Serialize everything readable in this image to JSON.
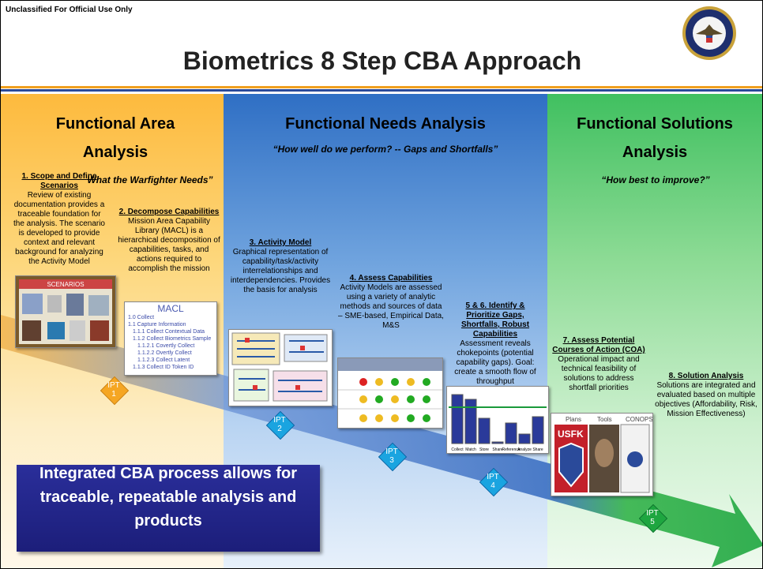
{
  "classification": "Unclassified For Official Use Only",
  "title": "Biometrics 8 Step CBA Approach",
  "phases": {
    "fa": {
      "title": "Functional Area Analysis",
      "quote": "What the Warfighter Needs”"
    },
    "fn": {
      "title": "Functional Needs Analysis",
      "quote": "“How well do we perform? -- Gaps and Shortfalls”"
    },
    "fs": {
      "title": "Functional Solutions Analysis",
      "quote": "“How best to improve?”"
    }
  },
  "steps": {
    "s1": {
      "head": "1. Scope and Define Scenarios",
      "body": "Review of existing documentation provides a traceable foundation for the analysis.  The scenario is developed to provide context and relevant background for analyzing the Activity Model"
    },
    "s2": {
      "head": "2. Decompose Capabilities",
      "body": "Mission Area Capability Library (MACL) is a hierarchical decomposition of capabilities, tasks, and actions required to accomplish the mission"
    },
    "s3": {
      "head": "3. Activity Model",
      "body": "Graphical representation of capability/task/activity interrelationships and interdependencies. Provides the basis for analysis"
    },
    "s4": {
      "head": "4. Assess Capabilities",
      "body": "Activity Models are assessed using a variety of analytic methods and sources of data – SME-based, Empirical Data, M&S"
    },
    "s56": {
      "head": "5 & 6. Identify & Prioritize Gaps, Shortfalls, Robust Capabilities",
      "body": "Assessment reveals chokepoints (potential capability gaps).  Goal: create a smooth flow of throughput"
    },
    "s7": {
      "head": "7. Assess Potential Courses of Action (COA)",
      "body": "Operational impact and technical feasibility of solutions to address shortfall priorities"
    },
    "s8": {
      "head": "8. Solution Analysis",
      "body": "Solutions are integrated and evaluated based on multiple objectives (Affordability, Risk, Mission Effectiveness)"
    }
  },
  "ipt": {
    "p1": "IPT",
    "n1": "1",
    "p2": "IPT",
    "n2": "2",
    "p3": "IPT",
    "n3": "3",
    "p4": "IPT",
    "n4": "4",
    "p5": "IPT",
    "n5": "5"
  },
  "macl": {
    "title": "MACL",
    "lines": [
      "1.0 Collect",
      "1.1 Capture Information",
      "1.1.1 Collect Contextual Data",
      "1.1.2 Collect Biometrics Sample",
      "1.1.2.1 Covertly Collect",
      "1.1.2.2 Overtly Collect",
      "1.1.2.3 Collect Latent",
      "1.1.3 Collect ID Token ID"
    ]
  },
  "scenario_label": "SCENARIOS",
  "throughput_labels": [
    "Collect",
    "Match",
    "Store",
    "Share",
    "Reference",
    "Analyze",
    "Share"
  ],
  "coa_labels": {
    "a": "Plans",
    "b": "Tools",
    "c": "CONOPS",
    "d": "USFK"
  },
  "banner": "Integrated CBA process allows for traceable, repeatable analysis and products",
  "colors": {
    "ipt_fill": "#1aa4e0",
    "ipt_border": "#f0a020",
    "arrow_blue": "#2a4a9a",
    "arrow_green": "#33b34a",
    "banner": "#23267f"
  }
}
